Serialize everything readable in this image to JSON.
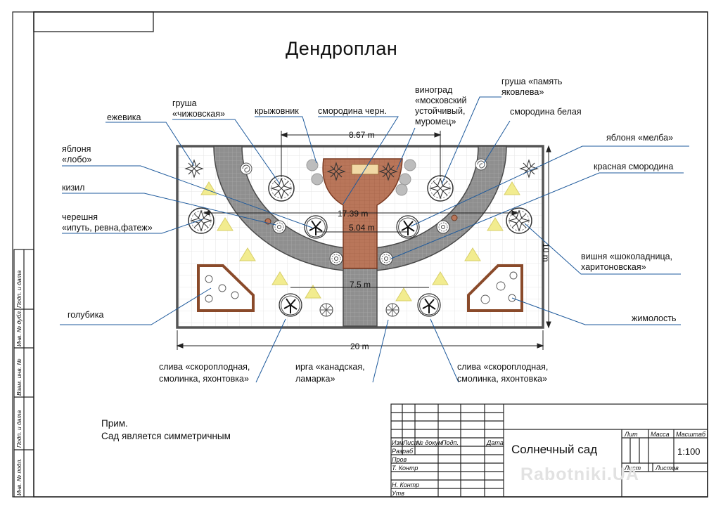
{
  "title": "Дендроплан",
  "labels": {
    "ezhevika": "ежевика",
    "grusha_chizh_1": "груша",
    "grusha_chizh_2": "«чижовская»",
    "kryzhovnik": "крыжовник",
    "smorodina_chern": "смородина черн.",
    "vinograd_1": "виноград",
    "vinograd_2": "«московский",
    "vinograd_3": "устойчивый,",
    "vinograd_4": "муромец»",
    "grusha_pam_1": "груша «память",
    "grusha_pam_2": "яковлева»",
    "smorodina_belaya": "смородина белая",
    "yablonya_melba": "яблоня «мелба»",
    "krasnaya_smorodina": "красная смородина",
    "yablonya_lobo_1": "яблоня",
    "yablonya_lobo_2": "«лобо»",
    "kizil": "кизил",
    "chereshnya_1": "черешня",
    "chereshnya_2": "«ипуть, ревна,фатеж»",
    "vishnya_1": "вишня «шоколадница,",
    "vishnya_2": "харитоновская»",
    "golubika": "голубика",
    "zhimolost": "жимолость",
    "sliva_left_1": "слива «скороплодная,",
    "sliva_left_2": "смолинка, яхонтовка»",
    "irga_1": "ирга «канадская,",
    "irga_2": "ламарка»",
    "sliva_right_1": "слива «скороплодная,",
    "sliva_right_2": "смолинка, яхонтовка»"
  },
  "dimensions": {
    "d1": "8.67 m",
    "d2": "17.39 m",
    "d3": "5.04 m",
    "d4": "7.5 m",
    "d5": "20 m",
    "d6": "10 m"
  },
  "note": {
    "line1": "Прим.",
    "line2": "Сад является симметричным"
  },
  "title_block": {
    "izm": "Изм",
    "list": "Лист",
    "ndokum": "№ докум",
    "podp": "Подп.",
    "data": "Дата",
    "razrab": "Разраб",
    "prov": "Пров",
    "tkontr": "Т. Контр",
    "nkontr": "Н. Контр",
    "utv": "Утв",
    "lit": "Лит",
    "massa": "Масса",
    "masshtab": "Масштаб",
    "list2": "Лист",
    "listov": "Листов",
    "name": "Солнечный сад",
    "scale": "1:100"
  },
  "side_stamp": {
    "s1": "Инв. № подл.",
    "s2": "Подп. и дата",
    "s3": "Взам. инв. №",
    "s4": "Инв. № дубл.",
    "s5": "Подп. и дата"
  },
  "watermark": "Rabotniki.UA",
  "colors": {
    "path": "#8f8f8f",
    "path_border": "#4a4a4a",
    "brick": "#b9765a",
    "bed_border": "#8a4a2a",
    "cone": "#f2ec8f",
    "leader": "#1e5a9c",
    "grid": "#e6e6e6"
  }
}
